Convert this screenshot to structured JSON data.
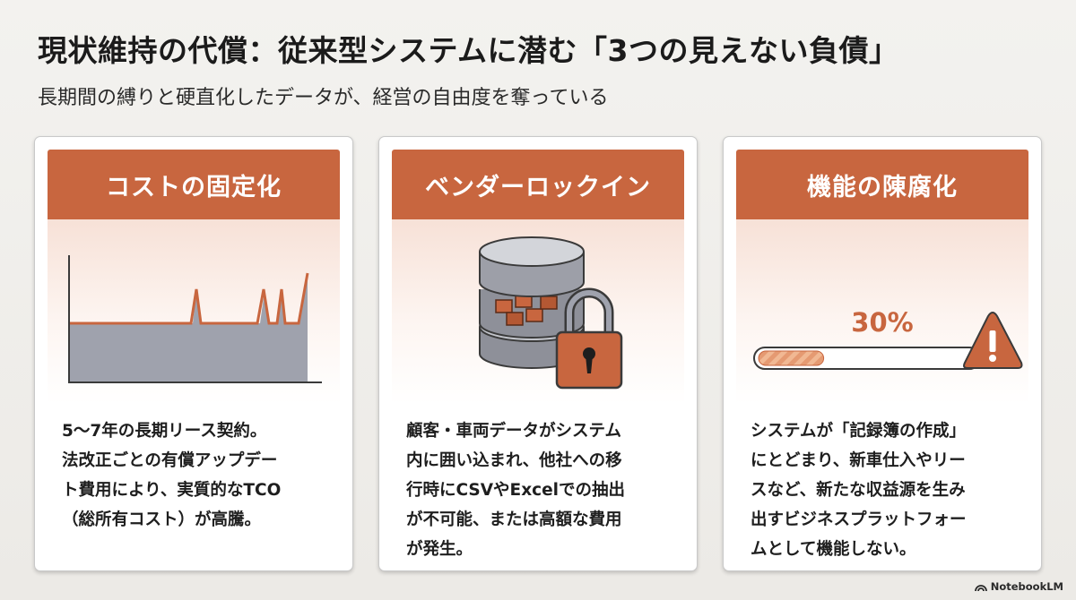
{
  "header": {
    "title": "現状維持の代償：従来型システムに潜む「3つの見えない負債」",
    "subtitle": "長期間の縛りと硬直化したデータが、経営の自由度を奪っている"
  },
  "cards": [
    {
      "heading": "コストの固定化",
      "lines": [
        "5〜7年の長期リース契約。",
        "法改正ごとの有償アップデー",
        "ト費用により、実質的なTCO",
        "（総所有コスト）が高騰。"
      ]
    },
    {
      "heading": "ベンダーロックイン",
      "lines": [
        "顧客・車両データがシステム",
        "内に囲い込まれ、他社への移",
        "行時にCSVやExcelでの抽出",
        "が不可能、または高額な費用",
        "が発生。"
      ]
    },
    {
      "heading": "機能の陳腐化",
      "percent_label": "30%",
      "progress": 0.3,
      "lines": [
        "システムが「記録簿の作成」",
        "にとどまり、新車仕入やリー",
        "スなど、新たな収益源を生み",
        "出すビジネスプラットフォー",
        "ムとして機能しない。"
      ]
    }
  ],
  "footer": {
    "brand": "NotebookLM"
  },
  "colors": {
    "accent": "#c8663f",
    "gray": "#9fa2ad"
  },
  "icons": [
    "cost-spike-chart-icon",
    "database-icon",
    "padlock-icon",
    "progress-bar-icon",
    "warning-icon",
    "notebooklm-logo-icon"
  ]
}
